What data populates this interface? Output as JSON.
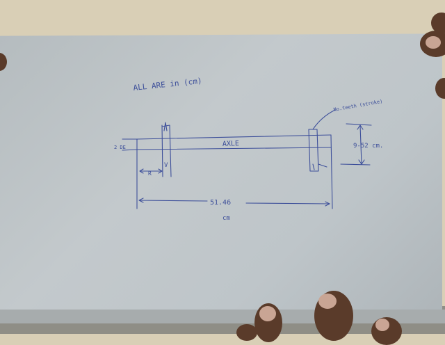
{
  "photo": {
    "subject": "handwritten axle sketch on paper",
    "colors": {
      "ink": "#3d4f9a",
      "paper": "#bfc5c8",
      "table": "#d9cfb6",
      "skin": "#5a3b2a"
    }
  },
  "sketch": {
    "note": "ALL ARE in (cm)",
    "axle_label": "AXLE",
    "diameter_label": "2 DE",
    "height_label": "9-52 cm.",
    "offset_label": "R",
    "total_length_value": "51.46",
    "total_length_unit": "cm",
    "callout_label": "No.teeth (stroke)",
    "bearing_label": "V"
  }
}
